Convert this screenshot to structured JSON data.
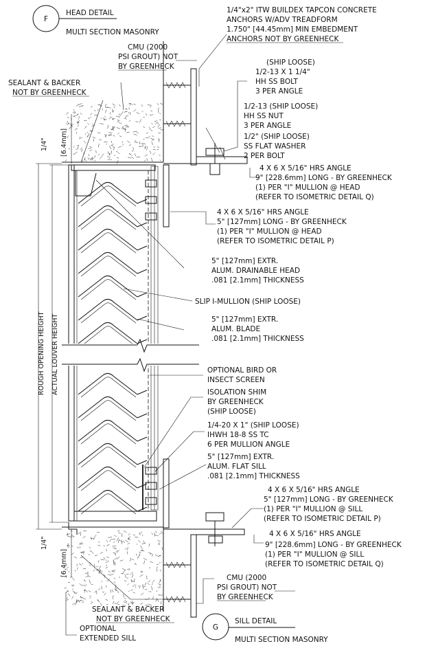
{
  "head": {
    "symbol": "F",
    "title": "HEAD DETAIL",
    "subtitle": "MULTI SECTION MASONRY"
  },
  "sill": {
    "symbol": "G",
    "title": "SILL DETAIL",
    "subtitle": "MULTI SECTION MASONRY"
  },
  "dimensions": {
    "top_gap": [
      "1/4\"",
      "[6.4mm]"
    ],
    "bottom_gap": [
      "1/4\"",
      "[6.4mm]"
    ],
    "rough_opening": "ROUGH OPENING HEIGHT",
    "louver_height": "ACTUAL LOUVER HEIGHT"
  },
  "callouts": {
    "cmu_top": [
      "CMU (2000",
      "PSI GROUT) NOT",
      "BY GREENHECK"
    ],
    "sealant_top": [
      "SEALANT & BACKER",
      "NOT BY GREENHECK"
    ],
    "tapcon": [
      "1/4\"x2\" ITW BUILDEX TAPCON CONCRETE",
      "ANCHORS W/ADV TREADFORM",
      "1.750\" [44.45mm] MIN EMBEDMENT",
      "ANCHORS NOT BY GREENHECK"
    ],
    "bolt": [
      "(SHIP LOOSE)",
      "1/2-13 X 1 1/4\"",
      "HH SS BOLT",
      "3 PER ANGLE"
    ],
    "nut": [
      "1/2-13 (SHIP LOOSE)",
      "HH SS NUT",
      "3 PER ANGLE"
    ],
    "washer": [
      "1/2\" (SHIP LOOSE)",
      "SS FLAT WASHER",
      "2 PER BOLT"
    ],
    "angle_head_q": [
      "4 X 6 X 5/16\" HRS ANGLE",
      "9\" [228.6mm] LONG - BY GREENHECK",
      "(1) PER \"I\" MULLION @ HEAD",
      "(REFER TO ISOMETRIC DETAIL Q)"
    ],
    "angle_head_p": [
      "4 X 6 X 5/16\" HRS ANGLE",
      "5\" [127mm] LONG - BY GREENHECK",
      "(1) PER \"I\" MULLION @ HEAD",
      "(REFER TO ISOMETRIC DETAIL P)"
    ],
    "drainable_head": [
      "5\" [127mm] EXTR.",
      "ALUM. DRAINABLE HEAD",
      ".081 [2.1mm] THICKNESS"
    ],
    "slip_mullion": [
      "SLIP I-MULLION (SHIP LOOSE)"
    ],
    "blade": [
      "5\" [127mm] EXTR.",
      "ALUM. BLADE",
      ".081 [2.1mm] THICKNESS"
    ],
    "screen": [
      "OPTIONAL BIRD OR",
      "INSECT SCREEN"
    ],
    "shim": [
      "ISOLATION SHIM",
      "BY GREENHECK",
      "(SHIP LOOSE)"
    ],
    "tc": [
      "1/4-20 X 1\" (SHIP LOOSE)",
      "IHWH 18-8 SS TC",
      "6 PER MULLION ANGLE"
    ],
    "flat_sill": [
      "5\" [127mm] EXTR.",
      "ALUM. FLAT SILL",
      ".081 [2.1mm] THICKNESS"
    ],
    "angle_sill_p": [
      "4 X 6 X 5/16\" HRS ANGLE",
      "5\" [127mm] LONG - BY GREENHECK",
      "(1) PER \"I\" MULLION @ SILL",
      "(REFER TO ISOMETRIC DETAIL P)"
    ],
    "angle_sill_q": [
      "4 X 6 X 5/16\" HRS ANGLE",
      "9\" [228.6mm] LONG - BY GREENHECK",
      "(1) PER \"I\" MULLION @ SILL",
      "(REFER TO ISOMETRIC DETAIL Q)"
    ],
    "cmu_bottom": [
      "CMU (2000",
      "PSI GROUT) NOT",
      "BY GREENHECK"
    ],
    "sealant_bottom": [
      "SEALANT & BACKER",
      "NOT BY GREENHECK"
    ],
    "extended_sill": [
      "OPTIONAL",
      "EXTENDED SILL"
    ]
  }
}
